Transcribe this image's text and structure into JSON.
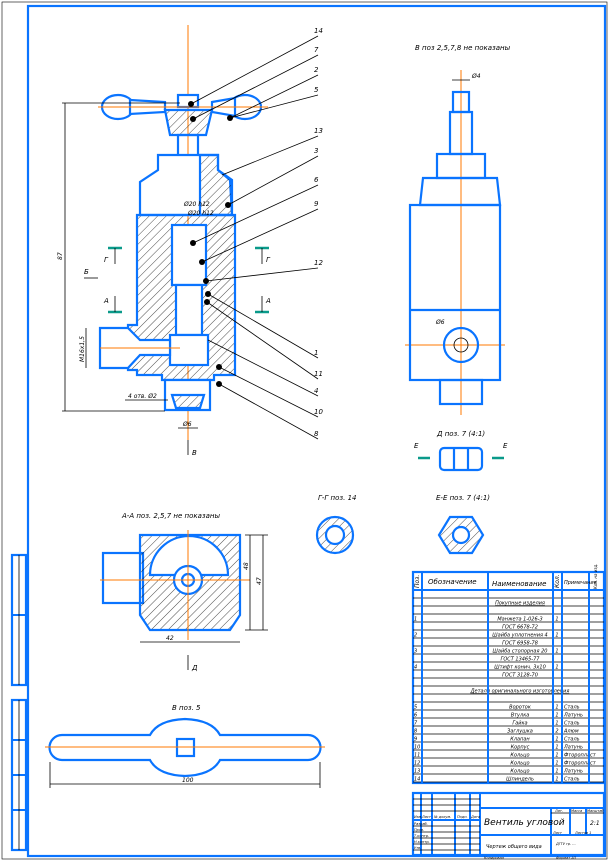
{
  "views": {
    "right_view_title": "В поз 2,5,7,8 не показаны",
    "section_aa_title": "А-А поз. 2,5,7 не показаны",
    "section_gg_title": "Г-Г поз. 14",
    "view_d_title": "Д поз. 7 (4:1)",
    "section_ee_title": "Е-Е поз. 7 (4:1)",
    "view_v_title": "В поз. 5"
  },
  "section_marks": {
    "g": "Г",
    "a": "А",
    "b": "Б",
    "v": "В",
    "d": "Д",
    "e": "Е"
  },
  "leaders": [
    "14",
    "7",
    "2",
    "5",
    "13",
    "3",
    "6",
    "9",
    "12",
    "1",
    "11",
    "4",
    "10",
    "8"
  ],
  "dimensions": {
    "height": "87",
    "thread": "M16x1,5",
    "d1": "Ø20 h12",
    "d2": "Ø20 h12",
    "holes": "4 отв. Ø2",
    "d6": "Ø6",
    "right_top": "Ø4",
    "right_circle": "Ø6",
    "aa_h1": "48",
    "aa_h2": "47",
    "aa_w": "42",
    "handle_w": "100"
  },
  "spec": {
    "headers": [
      "Поз.",
      "Обозначение",
      "Наименование",
      "Кол.",
      "Примечание",
      "Кол. на изд."
    ],
    "rows": [
      {
        "pos": "",
        "name": "",
        "qty": "",
        "note": ""
      },
      {
        "pos": "",
        "name": "Покупные изделия",
        "qty": "",
        "note": "",
        "heading": true
      },
      {
        "pos": "",
        "name": "",
        "qty": "",
        "note": ""
      },
      {
        "pos": "1",
        "name": "Манжета 1-026-3",
        "qty": "1",
        "note": ""
      },
      {
        "pos": "",
        "name": "ГОСТ 6678-72",
        "qty": "",
        "note": ""
      },
      {
        "pos": "2",
        "name": "Шайба уплотнения 4",
        "qty": "1",
        "note": ""
      },
      {
        "pos": "",
        "name": "ГОСТ 6958-78",
        "qty": "",
        "note": ""
      },
      {
        "pos": "3",
        "name": "Шайба стопорная 20",
        "qty": "1",
        "note": ""
      },
      {
        "pos": "",
        "name": "ГОСТ 13465-77",
        "qty": "",
        "note": ""
      },
      {
        "pos": "4",
        "name": "Штифт конич. 3х10",
        "qty": "1",
        "note": ""
      },
      {
        "pos": "",
        "name": "ГОСТ 3128-70",
        "qty": "",
        "note": ""
      },
      {
        "pos": "",
        "name": "",
        "qty": "",
        "note": ""
      },
      {
        "pos": "",
        "name": "Детали оригинального изготовления",
        "qty": "",
        "note": "",
        "heading": true
      },
      {
        "pos": "",
        "name": "",
        "qty": "",
        "note": ""
      },
      {
        "pos": "5",
        "name": "Вороток",
        "qty": "1",
        "note": "Сталь"
      },
      {
        "pos": "6",
        "name": "Втулка",
        "qty": "1",
        "note": "Латунь"
      },
      {
        "pos": "7",
        "name": "Гайка",
        "qty": "1",
        "note": "Сталь"
      },
      {
        "pos": "8",
        "name": "Заглушка",
        "qty": "2",
        "note": "Алюм"
      },
      {
        "pos": "9",
        "name": "Клапан",
        "qty": "1",
        "note": "Сталь"
      },
      {
        "pos": "10",
        "name": "Корпус",
        "qty": "1",
        "note": "Латунь"
      },
      {
        "pos": "11",
        "name": "Кольцо",
        "qty": "1",
        "note": "Фторопласт"
      },
      {
        "pos": "12",
        "name": "Кольцо",
        "qty": "1",
        "note": "Фторопласт"
      },
      {
        "pos": "13",
        "name": "Кольцо",
        "qty": "1",
        "note": "Латунь"
      },
      {
        "pos": "14",
        "name": "Шпиндель",
        "qty": "1",
        "note": "Сталь"
      }
    ]
  },
  "title_block": {
    "name": "Вентиль угловой",
    "doc_type": "Чертеж общего вида",
    "scale": "2:1",
    "col_lit": "Лит.",
    "col_mass": "Масса",
    "col_scale": "Масштаб",
    "sheet": "Лист",
    "sheets": "Листов 1",
    "org": "ДГТУ гр. ...",
    "roles": [
      "Изм.",
      "Лист",
      "№ докум.",
      "Подп.",
      "Дата",
      "Разраб.",
      "Пров.",
      "Т.контр.",
      "Н.контр.",
      "Утв."
    ],
    "copied": "Копировал",
    "format": "Формат A3"
  },
  "colors": {
    "outline": "#0a74ff",
    "centerline": "#ff7a00",
    "section_mark": "#0a9a8a"
  }
}
